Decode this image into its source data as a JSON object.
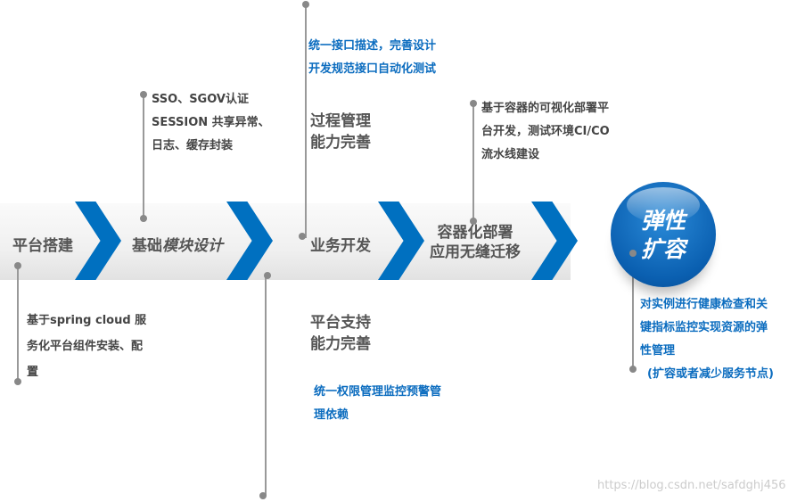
{
  "stages": [
    "平台搭建",
    "基础",
    "模块设计",
    "业务开发",
    "容器化部署",
    "应用无缝迁移"
  ],
  "circle": {
    "line1": "弹性",
    "line2": "扩容"
  },
  "notes": {
    "interface": [
      "统一接口描述，完善设计",
      "开发规范接口自动化测试"
    ],
    "sso": [
      "SSO、SGOV认证",
      "SESSION 共享异常、",
      "日志、缓存封装"
    ],
    "process": [
      "过程管理",
      "能力完善"
    ],
    "container": [
      "基于容器的可视化部署平",
      "台开发，测试环境CI/CO",
      "流水线建设"
    ],
    "spring": [
      "基于spring cloud 服",
      "务化平台组件安装、配",
      "置"
    ],
    "platform": [
      "平台支持",
      "能力完善"
    ],
    "permission": [
      "统一权限管理监控预警管",
      "理依赖"
    ],
    "elastic": [
      "对实例进行健康检查和关",
      "键指标监控实现资源的弹",
      "性管理",
      "(扩容或者减少服务节点)"
    ]
  },
  "watermark": "https://blog.csdn.net/safdghj456",
  "colors": {
    "accent": "#0070c0",
    "text": "#555555"
  }
}
